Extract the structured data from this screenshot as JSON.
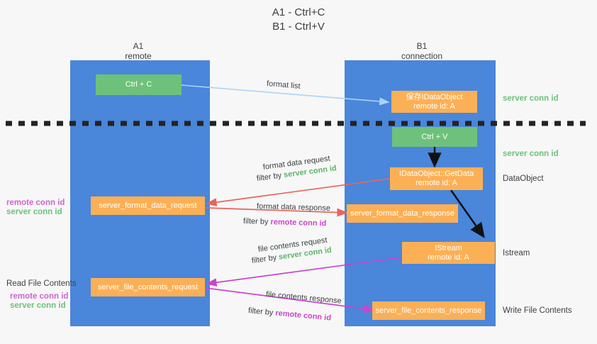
{
  "title": {
    "line1": "A1 - Ctrl+C",
    "line2": "B1 - Ctrl+V"
  },
  "columns": [
    {
      "name": "A1",
      "role": "remote"
    },
    {
      "name": "B1",
      "role": "connection"
    }
  ],
  "nodes": {
    "ctrl_c": {
      "label": "Ctrl + C"
    },
    "ctrl_v": {
      "label": "Ctrl + V"
    },
    "save_dataobject": {
      "line1": "保存IDataObject",
      "line2": "remote id: A"
    },
    "getdata": {
      "line1": "IDataObject::GetData",
      "line2": "remote id: A"
    },
    "istream": {
      "line1": "IStream",
      "line2": "remote id: A"
    },
    "server_format_data_request": {
      "label": "server_format_data_request"
    },
    "server_format_data_response": {
      "label": "server_format_data_response"
    },
    "server_file_contents_request": {
      "label": "server_file_contents_request"
    },
    "server_file_contents_response": {
      "label": "server_file_contents_response"
    }
  },
  "right_labels": {
    "server_conn_id_1": "server conn id",
    "server_conn_id_2": "server conn id",
    "dataobject": "DataObject",
    "istream": "Istream",
    "write_file_contents": "Write File Contents"
  },
  "left_labels": {
    "remote_conn_id_1": "remote conn id",
    "server_conn_id_1": "server conn id",
    "read_file_contents": "Read File Contents",
    "remote_conn_id_2": "remote conn id",
    "server_conn_id_2": "server conn id"
  },
  "annotations": {
    "format_list": "format list",
    "format_data_request": "format data request",
    "format_data_request_filter_prefix": "filter by ",
    "format_data_request_filter_value": "server conn id",
    "format_data_response": "format data response",
    "format_data_response_filter_prefix": "filter by ",
    "format_data_response_filter_value": "remote conn id",
    "file_contents_request": "file contents request",
    "file_contents_request_filter_prefix": "filter by ",
    "file_contents_request_filter_value": "server conn id",
    "file_contents_response": "file contents response",
    "file_contents_response_filter_prefix": "filter by ",
    "file_contents_response_filter_value": "remote conn id"
  },
  "colors": {
    "lane": "#4a86da",
    "green_node": "#6ec17a",
    "orange_node": "#fcb055",
    "arrow_light_blue": "#aad4f5",
    "arrow_red": "#e8645a",
    "arrow_magenta": "#cc44cc",
    "arrow_black": "#111111",
    "server_conn_id": "#6ec17a",
    "remote_conn_id": "#cc66cc",
    "background": "#f7f7f7"
  }
}
